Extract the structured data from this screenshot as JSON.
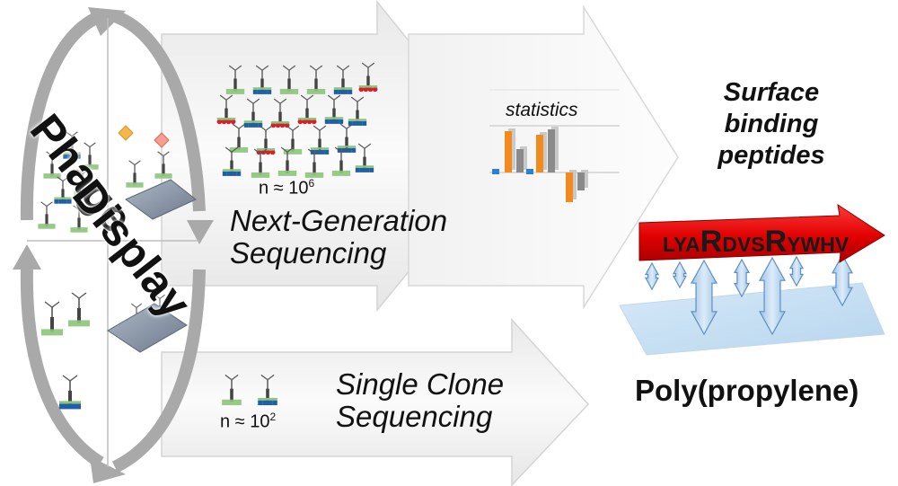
{
  "cycle": {
    "word_top": "Phage",
    "word_bottom": "Display"
  },
  "ngs": {
    "count_prefix": "n ≈ 10",
    "count_exponent": "6",
    "title_line1": "Next-Generation",
    "title_line2": "Sequencing"
  },
  "statistics": {
    "label": "statistics"
  },
  "result": {
    "title_line1": "Surface",
    "title_line2": "binding",
    "title_line3": "peptides",
    "seq_1": "LYA",
    "seq_2": "R",
    "seq_3": "DVS",
    "seq_4": "R",
    "seq_5": "YWHV",
    "surface_label": "Poly(propylene)"
  },
  "single": {
    "count_prefix": "n ≈ 10",
    "count_exponent": "2",
    "title_line1": "Single Clone",
    "title_line2": "Sequencing"
  },
  "colors": {
    "phage_red": "#d8202a",
    "phage_blue": "#1f5fa8",
    "phage_green": "#8cc47a",
    "bar_orange": "#f28a1e",
    "bar_gray": "#8a8a8a",
    "peptide_red": "#e00000"
  }
}
